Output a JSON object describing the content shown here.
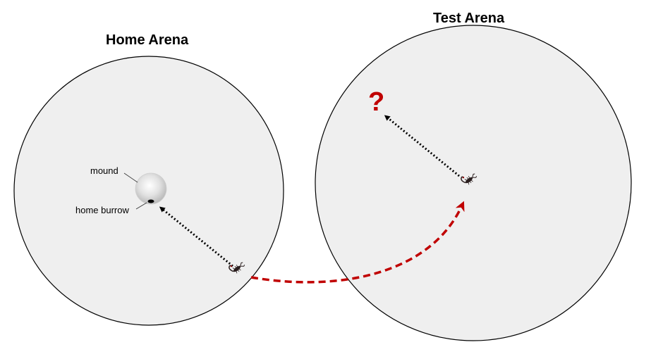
{
  "home_arena": {
    "title": "Home Arena",
    "mound_label": "mound",
    "burrow_label": "home burrow"
  },
  "test_arena": {
    "title": "Test Arena",
    "unknown_marker": "?"
  },
  "colors": {
    "arena_fill": "#efefef",
    "arena_stroke": "#000000",
    "transfer_arrow": "#c00000",
    "question_mark": "#c00000",
    "path_arrow": "#000000"
  },
  "icons": {
    "scorpion": "scorpion-icon"
  }
}
